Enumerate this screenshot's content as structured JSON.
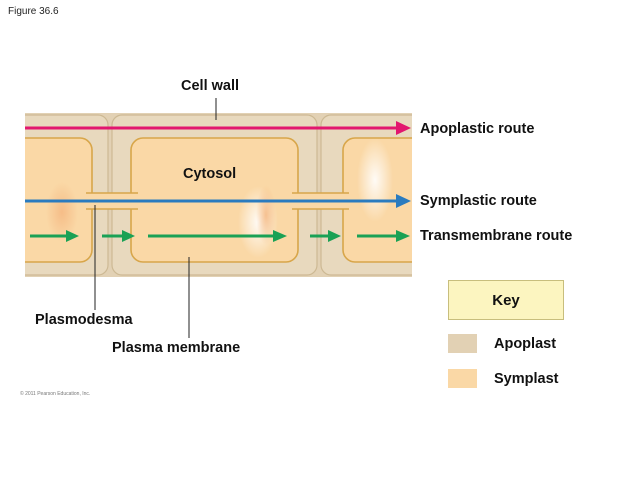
{
  "figure_label": "Figure 36.6",
  "copyright": "© 2011 Pearson Education, Inc.",
  "labels": {
    "cell_wall": "Cell wall",
    "cytosol": "Cytosol",
    "plasmodesma": "Plasmodesma",
    "plasma_membrane": "Plasma membrane"
  },
  "routes": {
    "apoplastic": "Apoplastic route",
    "symplastic": "Symplastic route",
    "transmembrane": "Transmembrane route"
  },
  "key": {
    "title": "Key",
    "apoplast": "Apoplast",
    "symplast": "Symplast"
  },
  "colors": {
    "apoplast": "#e2d1b4",
    "symplast": "#fad8a6",
    "apoplastic_arrow": "#e2176f",
    "symplastic_arrow": "#2a7bbf",
    "transmembrane_arrow": "#1aa155",
    "membrane": "#d8a64a",
    "key_fill": "#fcf5c0"
  }
}
